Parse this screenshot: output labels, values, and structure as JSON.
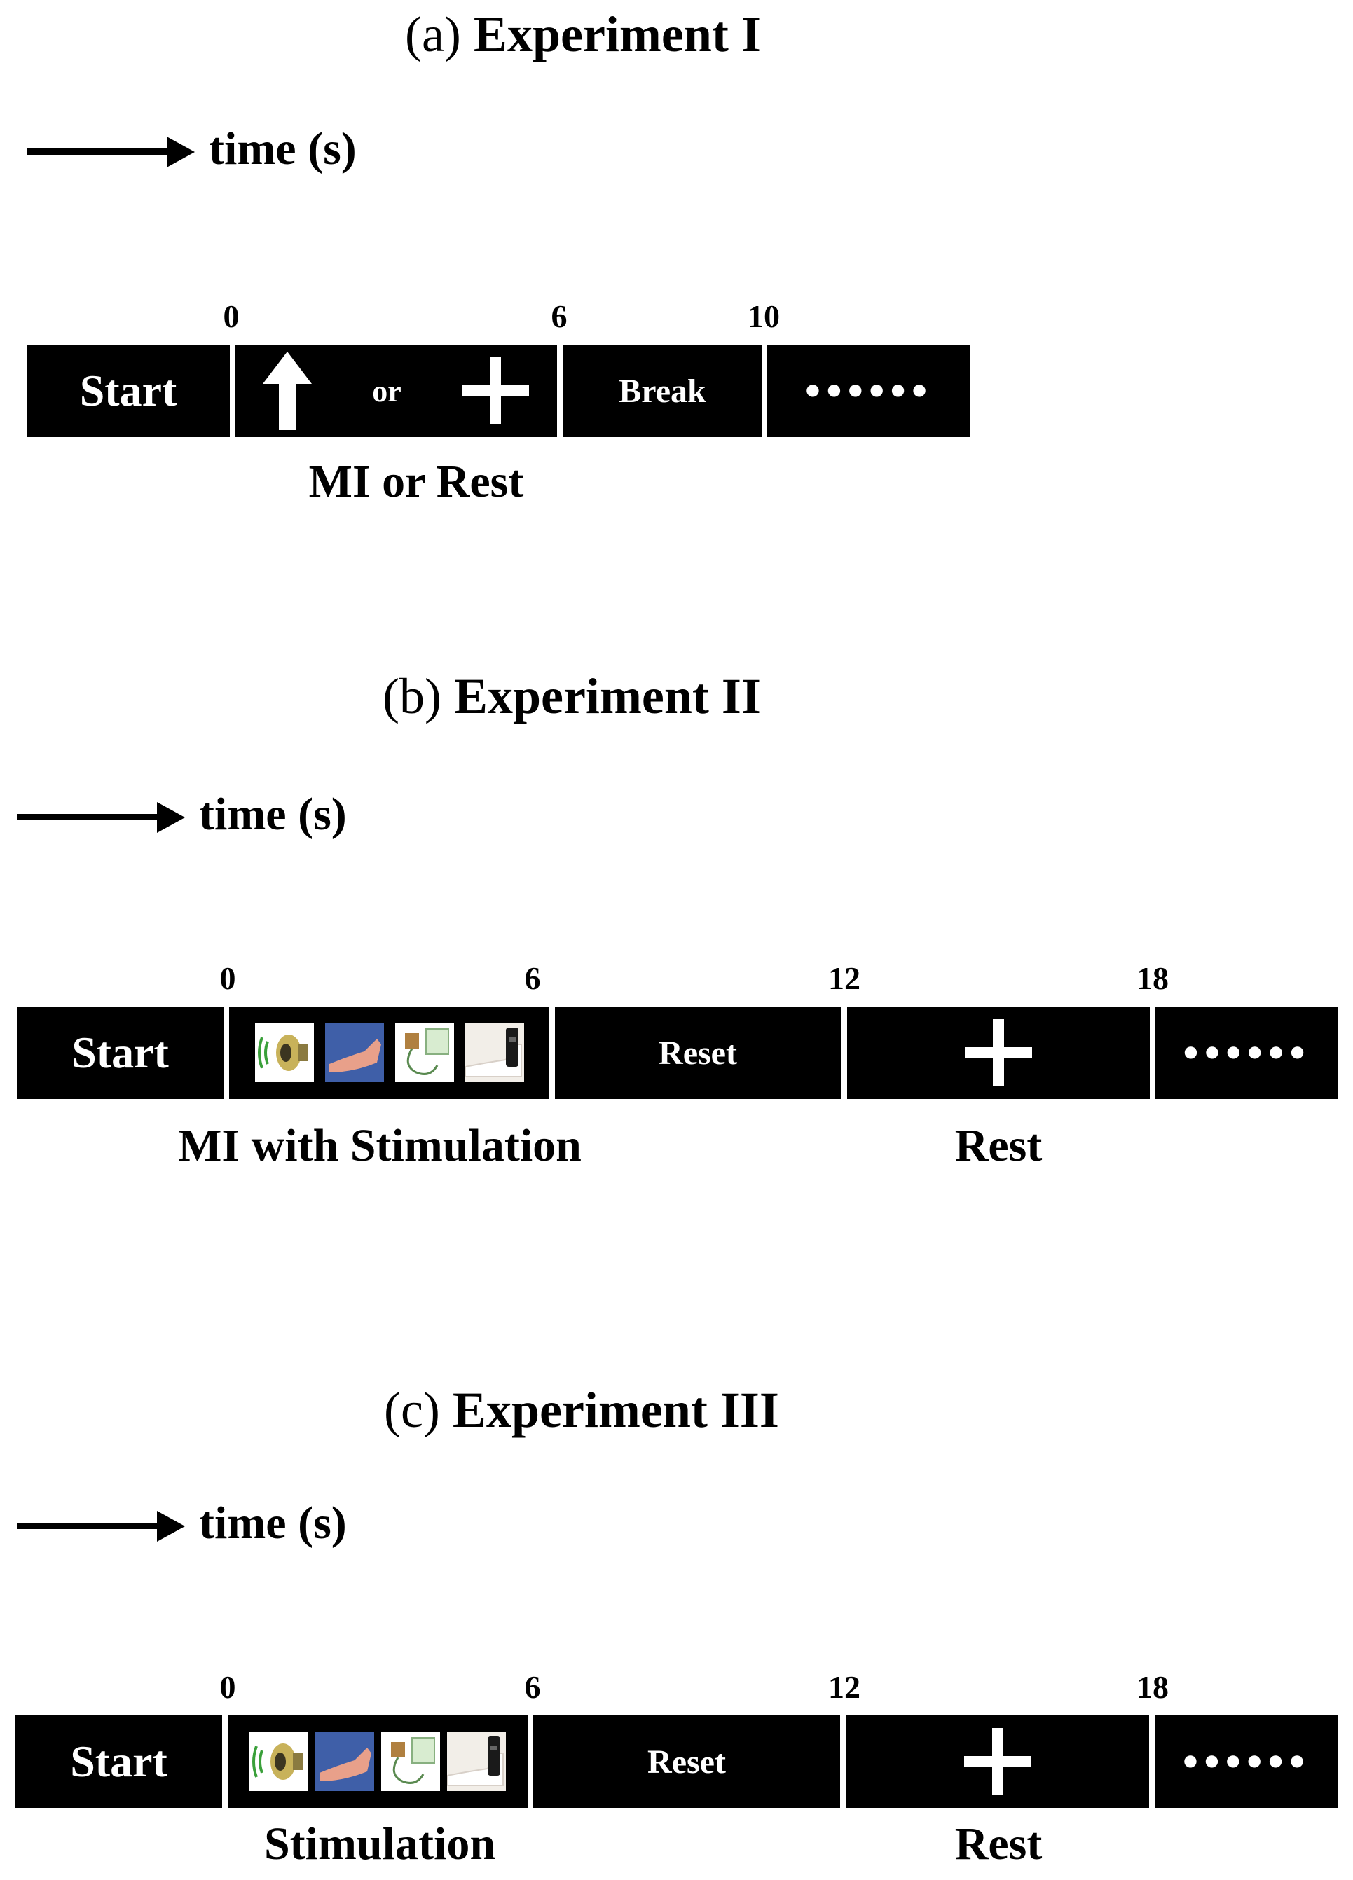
{
  "experiment1": {
    "paren": "(a)",
    "title": "Experiment I",
    "time_label": "time (s)",
    "ticks": [
      "0",
      "6",
      "10"
    ],
    "segments": {
      "start": "Start",
      "or": "or",
      "break": "Break",
      "more": "••••••"
    },
    "icons": [
      "arrow-up-icon",
      "cross-icon"
    ],
    "phase": "MI or Rest"
  },
  "experiment2": {
    "paren": "(b)",
    "title": "Experiment II",
    "time_label": "time (s)",
    "ticks": [
      "0",
      "6",
      "12",
      "18"
    ],
    "segments": {
      "start": "Start",
      "reset": "Reset",
      "more": "••••••"
    },
    "icons": [
      "speaker-icon",
      "foot-icon",
      "stimulator-device-icon",
      "ankle-brace-icon",
      "cross-icon"
    ],
    "phase_mi": "MI with Stimulation",
    "phase_rest": "Rest"
  },
  "experiment3": {
    "paren": "(c)",
    "title": "Experiment III",
    "time_label": "time (s)",
    "ticks": [
      "0",
      "6",
      "12",
      "18"
    ],
    "segments": {
      "start": "Start",
      "reset": "Reset",
      "more": "••••••"
    },
    "icons": [
      "speaker-icon",
      "foot-icon",
      "stimulator-device-icon",
      "ankle-brace-icon",
      "cross-icon"
    ],
    "phase_stim": "Stimulation",
    "phase_rest": "Rest"
  },
  "colors": {
    "block": "#000000",
    "background": "#ffffff",
    "speaker_arc": "#3aa03a",
    "foot_bg": "#3f5fa8",
    "skin": "#e8a08a"
  }
}
